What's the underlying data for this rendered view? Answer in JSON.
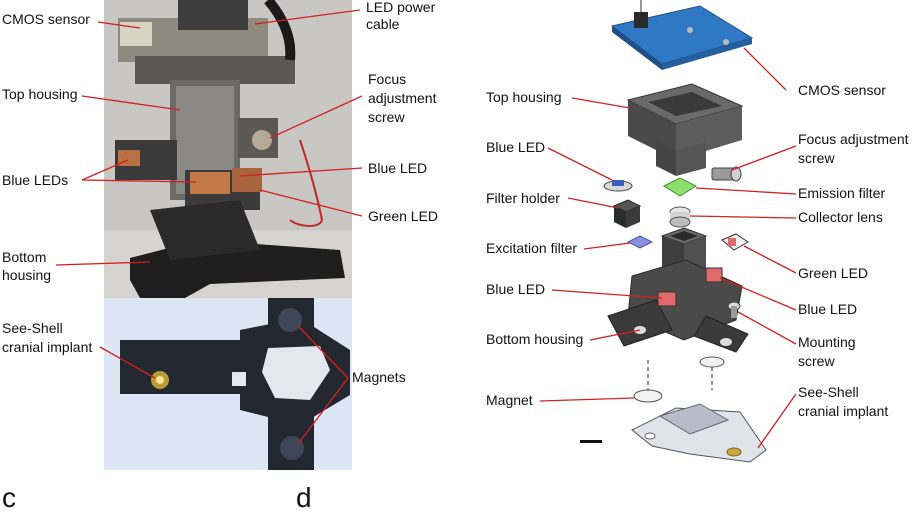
{
  "panel_c": {
    "letter": "c",
    "labels": {
      "cmos_sensor": "CMOS sensor",
      "led_power_cable_1": "LED power",
      "led_power_cable_2": "cable",
      "top_housing": "Top housing",
      "focus_screw_1": "Focus",
      "focus_screw_2": "adjustment",
      "focus_screw_3": "screw",
      "blue_leds": "Blue LEDs",
      "blue_led": "Blue LED",
      "green_led": "Green LED",
      "bottom_housing_1": "Bottom",
      "bottom_housing_2": "housing",
      "see_shell_1": "See-Shell",
      "see_shell_2": "cranial implant",
      "magnets": "Magnets"
    }
  },
  "panel_d": {
    "letter": "d",
    "labels": {
      "cmos_sensor": "CMOS sensor",
      "top_housing": "Top housing",
      "blue_led_top": "Blue LED",
      "focus_screw_1": "Focus adjustment",
      "focus_screw_2": "screw",
      "filter_holder": "Filter holder",
      "emission_filter": "Emission filter",
      "collector_lens": "Collector lens",
      "excitation_filter": "Excitation filter",
      "green_led": "Green LED",
      "blue_led_left": "Blue LED",
      "blue_led_right": "Blue LED",
      "bottom_housing": "Bottom housing",
      "mounting_screw_1": "Mounting",
      "mounting_screw_2": "screw",
      "magnet": "Magnet",
      "see_shell_1": "See-Shell",
      "see_shell_2": "cranial implant"
    }
  },
  "colors": {
    "leader_line": "#d42020",
    "photo_background": "#c9c7c4",
    "implant_background": "#dce6f4",
    "dark_part": "#2a2a2a",
    "cmos_board": "#2f78c4",
    "emission_filter": "#8be06c",
    "excitation_filter": "#8a90e0",
    "led_red": "#e06a6a"
  }
}
